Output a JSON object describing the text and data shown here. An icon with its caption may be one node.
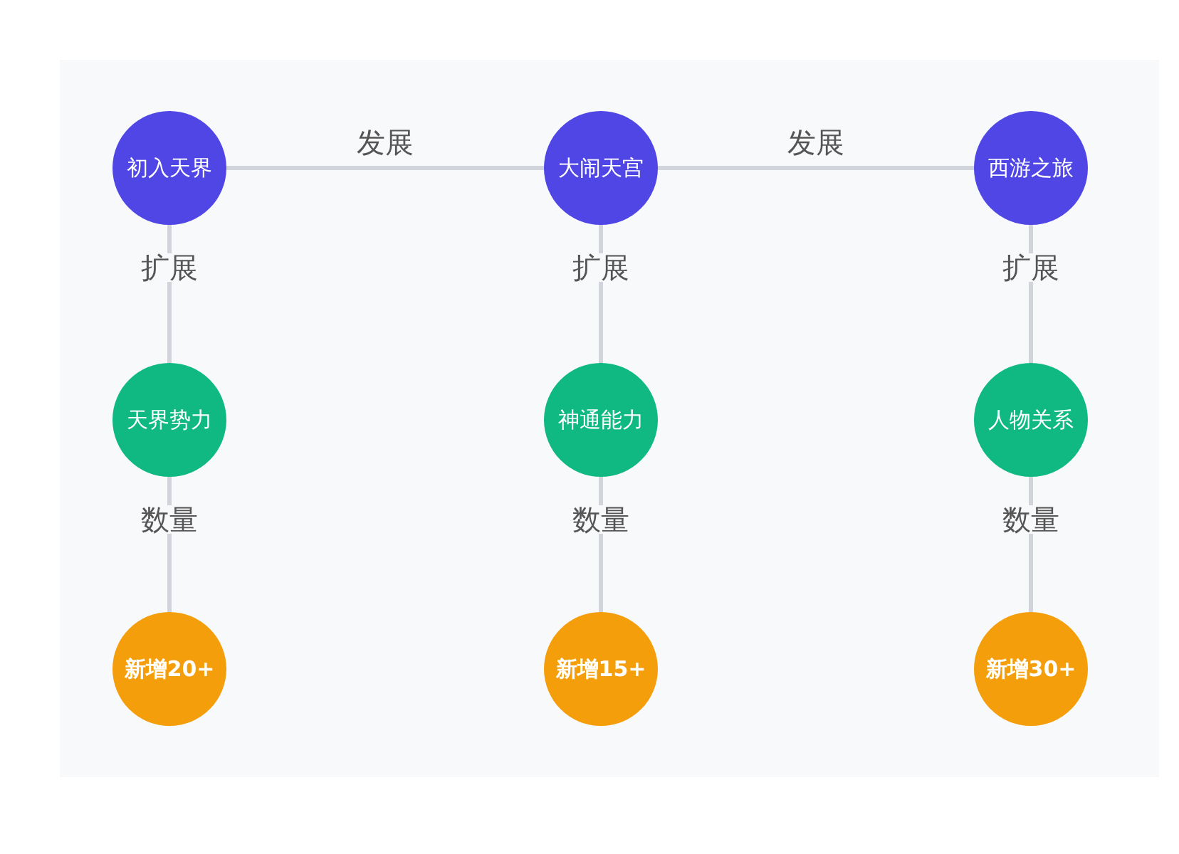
{
  "diagram": {
    "nodes": [
      {
        "text": [
          "初入天界"
        ]
      },
      {
        "text": [
          "大闹天宫"
        ]
      },
      {
        "text": [
          "西游之旅"
        ]
      },
      {
        "text": [
          "天界势力"
        ]
      },
      {
        "text": [
          "神通能力"
        ]
      },
      {
        "text": [
          "人物关系"
        ]
      },
      {
        "text": [
          "新增20+"
        ]
      },
      {
        "text": [
          "新增15+"
        ]
      },
      {
        "text": [
          "新增30+"
        ]
      }
    ],
    "edges": [
      {
        "from": 0,
        "to": 1,
        "arrow": "none",
        "label": "发展"
      },
      {
        "from": 1,
        "to": 2,
        "arrow": "none",
        "label": "发展"
      },
      {
        "from": 0,
        "to": 3,
        "arrow": "none",
        "label": "扩展"
      },
      {
        "from": 1,
        "to": 4,
        "arrow": "none",
        "label": "扩展"
      },
      {
        "from": 2,
        "to": 5,
        "arrow": "none",
        "label": "扩展"
      },
      {
        "from": 3,
        "to": 6,
        "arrow": "none",
        "label": "数量"
      },
      {
        "from": 4,
        "to": 7,
        "arrow": "none",
        "label": "数量"
      },
      {
        "from": 5,
        "to": 8,
        "arrow": "none",
        "label": "数量"
      }
    ]
  }
}
